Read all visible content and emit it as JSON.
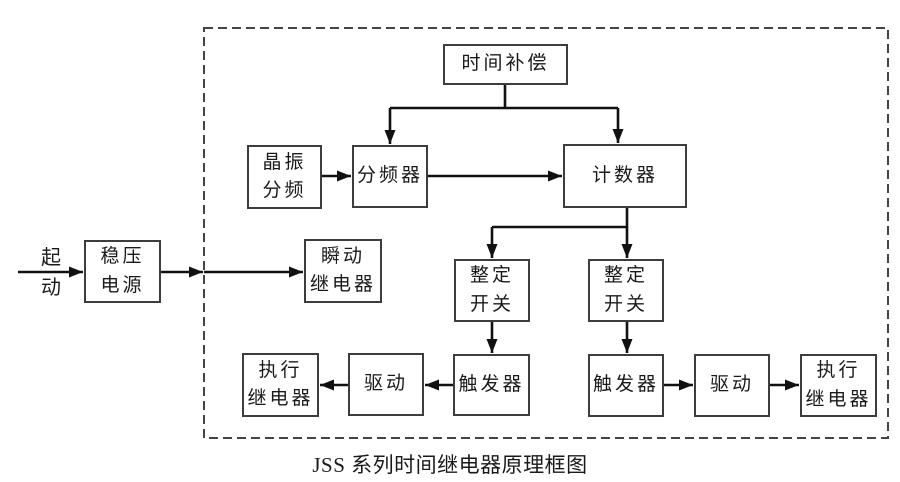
{
  "diagram": {
    "title": "JSS 系列时间继电器原理框图",
    "start_label": "起\n动",
    "nodes": {
      "time_compensation": {
        "label": "时间补偿"
      },
      "crystal_divider": {
        "label": "晶振\n分频"
      },
      "frequency_divider": {
        "label": "分频器"
      },
      "counter": {
        "label": "计数器"
      },
      "regulated_power": {
        "label": "稳压\n电源"
      },
      "instant_relay": {
        "label": "瞬动\n继电器"
      },
      "setting_switch_left": {
        "label": "整定\n开关"
      },
      "setting_switch_right": {
        "label": "整定\n开关"
      },
      "trigger_left": {
        "label": "触发器"
      },
      "trigger_right": {
        "label": "触发器"
      },
      "drive_left": {
        "label": "驱动"
      },
      "drive_right": {
        "label": "驱动"
      },
      "exec_relay_left": {
        "label": "执行\n继电器"
      },
      "exec_relay_right": {
        "label": "执行\n继电器"
      }
    },
    "edges": [
      {
        "from": "start",
        "to": "regulated_power"
      },
      {
        "from": "regulated_power",
        "to": "instant_relay"
      },
      {
        "from": "crystal_divider",
        "to": "frequency_divider"
      },
      {
        "from": "frequency_divider",
        "to": "counter"
      },
      {
        "from": "time_compensation",
        "to": "frequency_divider"
      },
      {
        "from": "time_compensation",
        "to": "counter"
      },
      {
        "from": "counter",
        "to": "setting_switch_left"
      },
      {
        "from": "counter",
        "to": "setting_switch_right"
      },
      {
        "from": "setting_switch_left",
        "to": "trigger_left"
      },
      {
        "from": "setting_switch_right",
        "to": "trigger_right"
      },
      {
        "from": "trigger_left",
        "to": "drive_left"
      },
      {
        "from": "drive_left",
        "to": "exec_relay_left"
      },
      {
        "from": "trigger_right",
        "to": "drive_right"
      },
      {
        "from": "drive_right",
        "to": "exec_relay_right"
      }
    ],
    "colors": {
      "line": "#111111",
      "box_border": "#3d3d3d",
      "boundary_dash": "#444444",
      "background": "#ffffff",
      "text": "#1a1a1a"
    }
  }
}
